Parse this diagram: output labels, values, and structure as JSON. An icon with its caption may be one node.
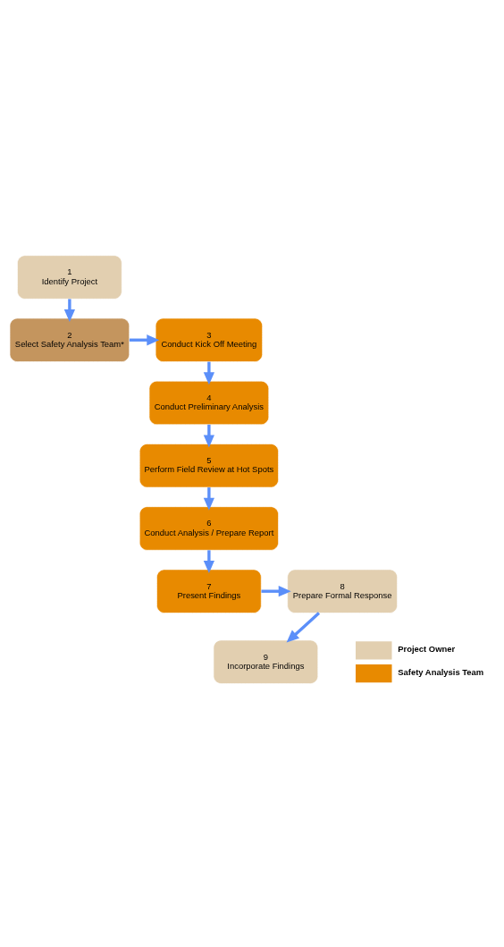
{
  "diagram": {
    "nodes": [
      {
        "text": [
          "1",
          "Identify Project"
        ]
      },
      {
        "text": [
          "2",
          "Select Safety Analysis Team*"
        ]
      },
      {
        "text": [
          "3",
          "Conduct Kick Off Meeting"
        ]
      },
      {
        "text": [
          "4",
          "Conduct Preliminary Analysis"
        ]
      },
      {
        "text": [
          "5",
          "Perform Field Review at Hot Spots"
        ]
      },
      {
        "text": [
          "6",
          "Conduct Analysis / Prepare Report"
        ]
      },
      {
        "text": [
          "7",
          "Present Findings"
        ]
      },
      {
        "text": [
          "8",
          "Prepare Formal Response"
        ]
      },
      {
        "text": [
          "9",
          "Incorporate Findings"
        ]
      }
    ],
    "edges": [
      {
        "from": 0,
        "to": 1,
        "arrow": "to"
      },
      {
        "from": 1,
        "to": 2,
        "arrow": "to"
      },
      {
        "from": 2,
        "to": 3,
        "arrow": "to"
      },
      {
        "from": 3,
        "to": 4,
        "arrow": "to"
      },
      {
        "from": 4,
        "to": 5,
        "arrow": "to"
      },
      {
        "from": 5,
        "to": 6,
        "arrow": "to"
      },
      {
        "from": 6,
        "to": 7,
        "arrow": "to"
      },
      {
        "from": 7,
        "to": 8,
        "arrow": "to"
      }
    ],
    "legend": [
      {
        "text": "Project Owner",
        "color": "#e2cfb0"
      },
      {
        "text": "Safety Analysis Team",
        "color": "#e88a00"
      }
    ]
  }
}
